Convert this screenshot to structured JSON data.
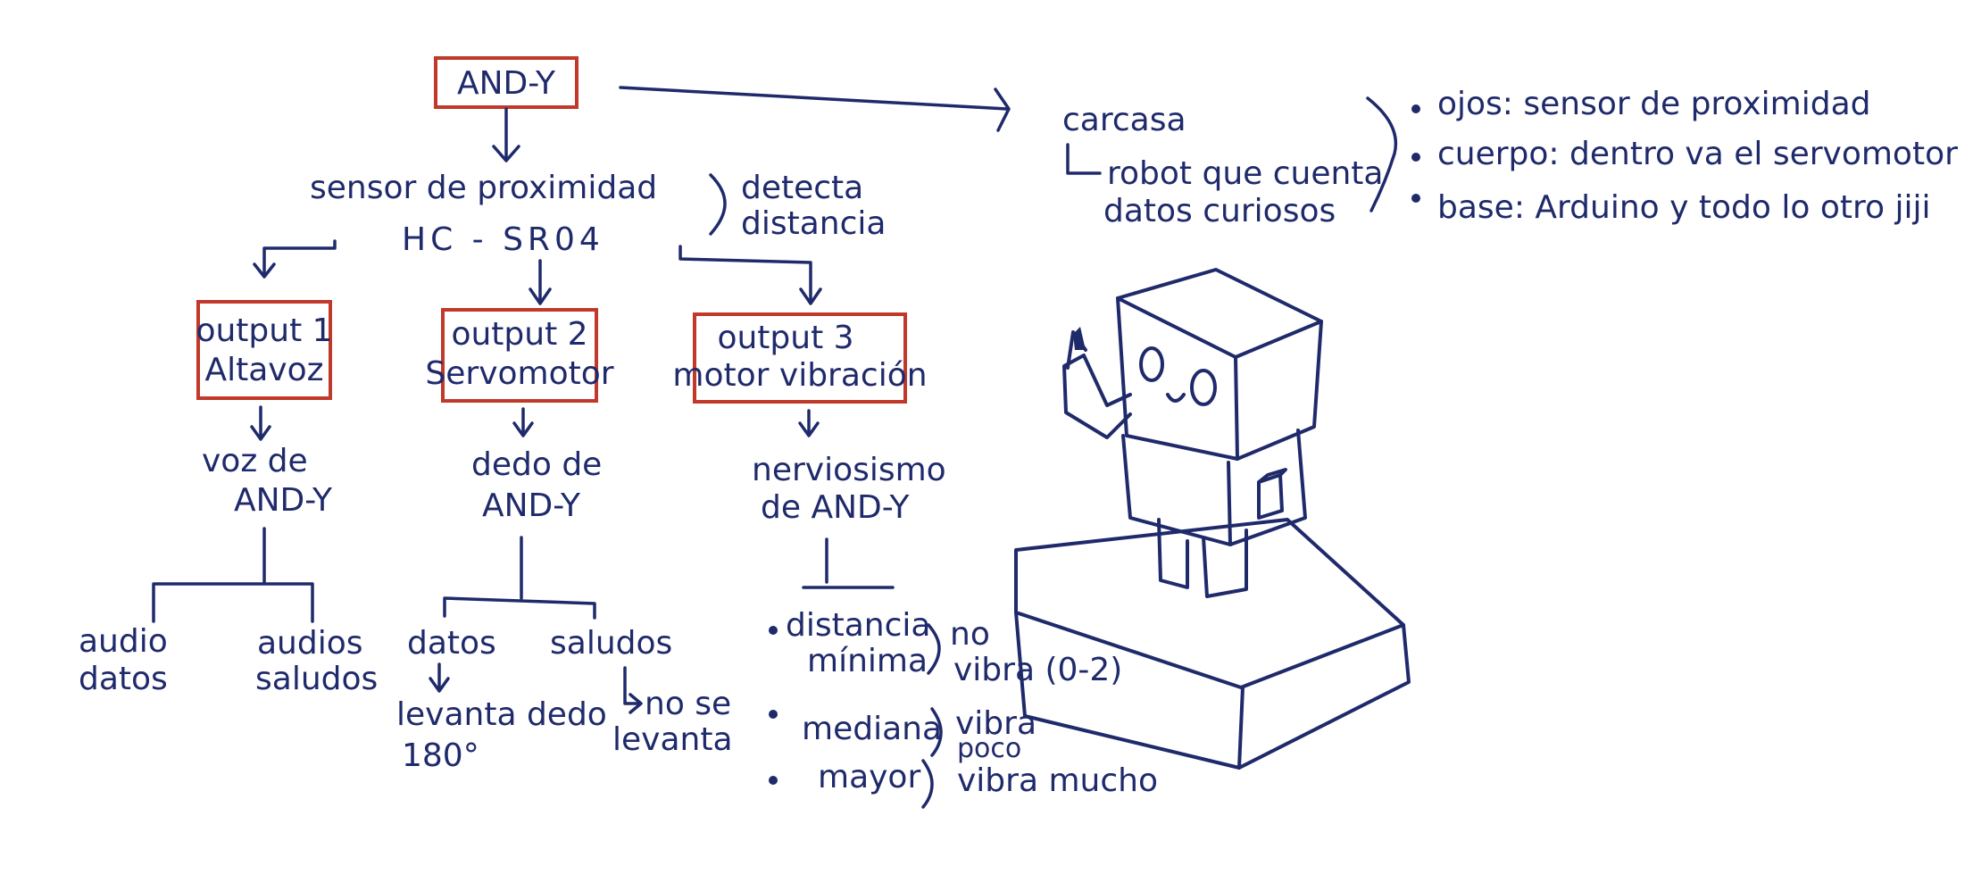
{
  "colors": {
    "ink": "#1f2a6b",
    "box": "#c0392b",
    "background": "#ffffff"
  },
  "root": "AND-Y",
  "sensor": {
    "name": "sensor de proximidad",
    "model": "HC - SR04",
    "note_line1": "detecta",
    "note_line2": "distancia"
  },
  "outputs": [
    {
      "title": "output 1",
      "device": "Altavoz",
      "result_line1": "voz de",
      "result_line2": "AND-Y",
      "branches": [
        {
          "line1": "audio",
          "line2": "datos"
        },
        {
          "line1": "audios",
          "line2": "saludos"
        }
      ]
    },
    {
      "title": "output 2",
      "device": "Servomotor",
      "result_line1": "dedo de",
      "result_line2": "AND-Y",
      "branches": [
        {
          "label": "datos",
          "effect_line1": "levanta dedo",
          "effect_line2": "180°"
        },
        {
          "label": "saludos",
          "effect_line1": "no se",
          "effect_line2": "levanta"
        }
      ]
    },
    {
      "title": "output 3",
      "device": "motor vibración",
      "result_line1": "nerviosismo",
      "result_line2": "de AND-Y",
      "levels": [
        {
          "level_line1": "distancia",
          "level_line2": "mínima",
          "effect_line1": "no",
          "effect_line2": "vibra (0-2)"
        },
        {
          "level": "mediana",
          "effect_line1": "vibra",
          "effect_line2": "poco"
        },
        {
          "level": "mayor",
          "effect": "vibra mucho"
        }
      ]
    }
  ],
  "carcasa": {
    "title": "carcasa",
    "desc_line1": "robot que cuenta",
    "desc_line2": "datos curiosos",
    "parts": [
      "ojos: sensor de proximidad",
      "cuerpo: dentro va el servomotor",
      "base: Arduino y todo lo otro jiji"
    ]
  }
}
